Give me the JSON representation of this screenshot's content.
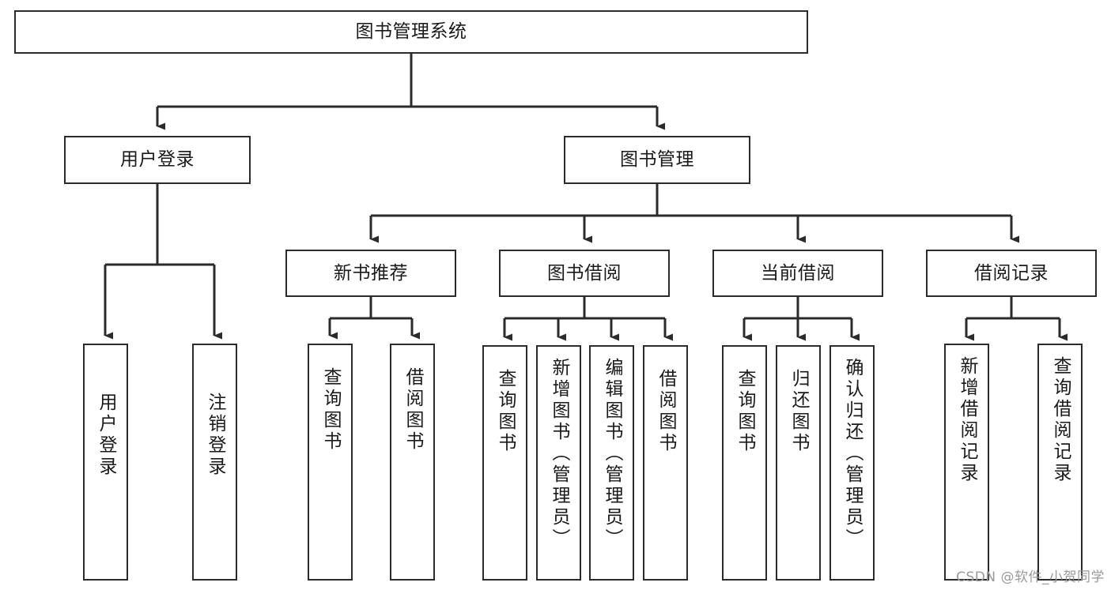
{
  "diagram": {
    "type": "tree-hierarchy",
    "title": "图书管理系统",
    "orientation": "top-down",
    "colors": {
      "stroke": "#2b2b2b",
      "fill": "#ffffff",
      "text": "#1a1a1a",
      "watermark": "#9a9a9a"
    },
    "root": {
      "label": "图书管理系统"
    },
    "level1": [
      {
        "label": "用户登录"
      },
      {
        "label": "图书管理"
      }
    ],
    "level2": [
      {
        "label": "新书推荐"
      },
      {
        "label": "图书借阅"
      },
      {
        "label": "当前借阅"
      },
      {
        "label": "借阅记录"
      }
    ],
    "leaves": {
      "user_login": [
        {
          "label": "用户登录"
        },
        {
          "label": "注销登录"
        }
      ],
      "new_book_recommend": [
        {
          "label": "查询图书"
        },
        {
          "label": "借阅图书"
        }
      ],
      "book_borrow": [
        {
          "label": "查询图书"
        },
        {
          "label": "新增图书（管理员）"
        },
        {
          "label": "编辑图书（管理员）"
        },
        {
          "label": "借阅图书"
        }
      ],
      "current_borrow": [
        {
          "label": "查询图书"
        },
        {
          "label": "归还图书"
        },
        {
          "label": "确认归还（管理员）"
        }
      ],
      "borrow_record": [
        {
          "label": "新增借阅记录"
        },
        {
          "label": "查询借阅记录"
        }
      ]
    }
  },
  "watermark": {
    "text": "CSDN @软件_小贺同学"
  }
}
